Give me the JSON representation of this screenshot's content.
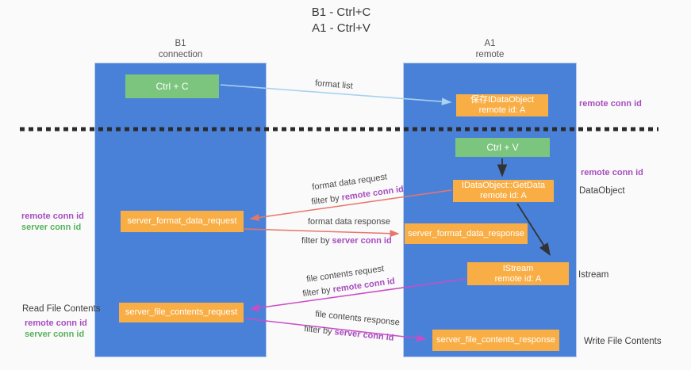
{
  "title": {
    "line1": "B1 - Ctrl+C",
    "line2": "A1 - Ctrl+V"
  },
  "lanes": {
    "left": {
      "title": "B1",
      "subtitle": "connection"
    },
    "right": {
      "title": "A1",
      "subtitle": "remote"
    }
  },
  "boxes": {
    "ctrl_c": {
      "label": "Ctrl + C"
    },
    "save_idataobject": {
      "line1": "保存IDataObject",
      "line2": "remote id: A"
    },
    "ctrl_v": {
      "label": "Ctrl + V"
    },
    "idataobject_getdata": {
      "line1": "IDataObject::GetData",
      "line2": "remote id: A"
    },
    "server_format_data_request": {
      "label": "server_format_data_request"
    },
    "server_format_data_response": {
      "label": "server_format_data_response"
    },
    "istream": {
      "line1": "IStream",
      "line2": "remote id: A"
    },
    "server_file_contents_request": {
      "label": "server_file_contents_request"
    },
    "server_file_contents_response": {
      "label": "server_file_contents_response"
    }
  },
  "labels": {
    "format_list": "format list",
    "format_data_request": "format data request",
    "format_data_response": "format data response",
    "file_contents_request": "file contents request",
    "file_contents_response": "file contents response",
    "filter_by": "filter by ",
    "remote_conn_id": "remote conn id",
    "server_conn_id": "server conn id",
    "dataobject": "DataObject",
    "istream": "Istream",
    "read_file_contents": "Read File Contents",
    "write_file_contents": "Write File Contents"
  },
  "colors": {
    "lane_blue": "#4a81d8",
    "box_green": "#7cc57e",
    "box_orange": "#f9ae45",
    "purple_text": "#a64dbe",
    "green_text": "#56b25c",
    "arrow_red": "#e8756b",
    "arrow_magenta": "#cb4bc7",
    "arrow_lightblue": "#a8d2ee",
    "arrow_black": "#333333",
    "dashed_line": "#2b2b2b"
  }
}
